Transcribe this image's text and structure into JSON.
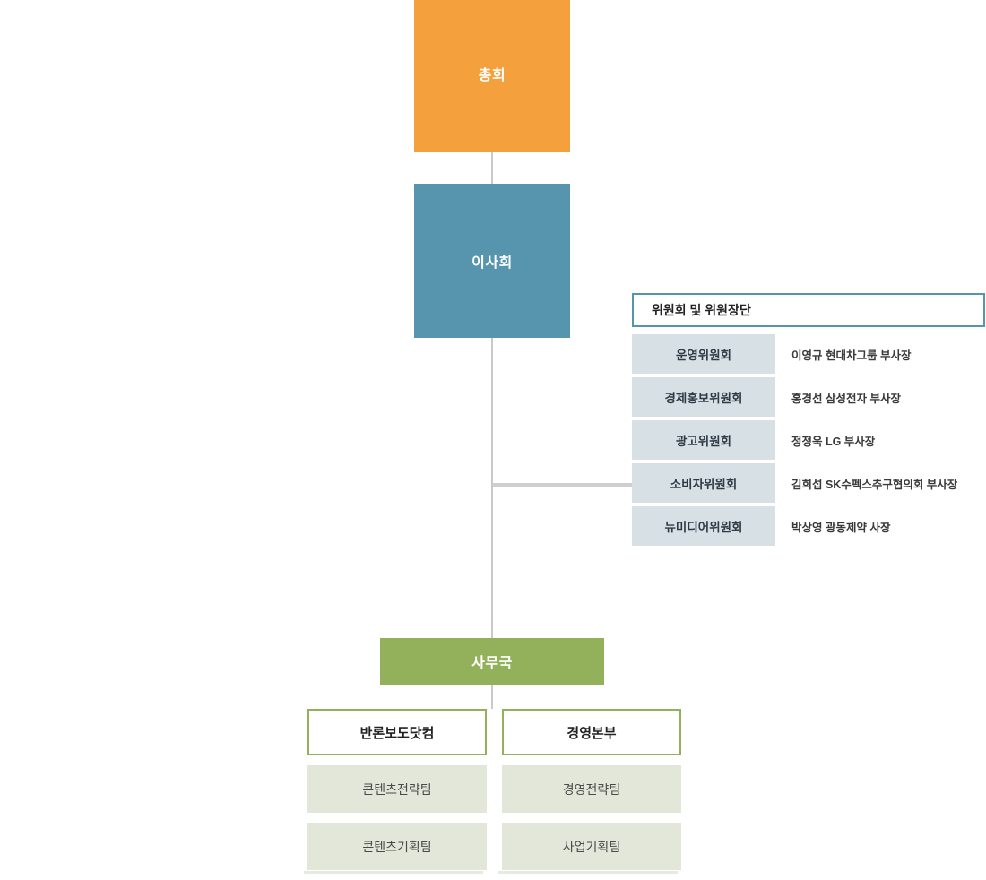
{
  "org_chart": {
    "top_nodes": [
      {
        "id": "assembly",
        "label": "총회",
        "color": "#F4A03C"
      },
      {
        "id": "board",
        "label": "이사회",
        "color": "#5795AE"
      },
      {
        "id": "secretariat",
        "label": "사무국",
        "color": "#93B05B"
      }
    ],
    "committee_panel": {
      "header": "위원회 및 위원장단",
      "border_color": "#5795AE",
      "item_color": "#D6E0E5",
      "rows": [
        {
          "name": "운영위원회",
          "chair": "이영규 현대차그룹 부사장"
        },
        {
          "name": "경제홍보위원회",
          "chair": "홍경선 삼성전자 부사장"
        },
        {
          "name": "광고위원회",
          "chair": "정정욱 LG 부사장"
        },
        {
          "name": "소비자위원회",
          "chair": "김희섭 SK수펙스추구협의회 부사장"
        },
        {
          "name": "뉴미디어위원회",
          "chair": "박상영 광동제약 사장"
        }
      ]
    },
    "departments": [
      {
        "id": "banronbodo",
        "head": "반론보도닷컴",
        "teams": [
          "콘텐츠전략팀",
          "콘텐츠기획팀"
        ]
      },
      {
        "id": "management",
        "head": "경영본부",
        "teams": [
          "경영전략팀",
          "사업기획팀"
        ]
      }
    ],
    "colors": {
      "assembly": "#F4A03C",
      "board": "#5795AE",
      "secretariat": "#93B05B",
      "committee_item": "#D6E0E5",
      "team_item": "#E3E7D9",
      "connector": "#c9c9c9"
    }
  }
}
